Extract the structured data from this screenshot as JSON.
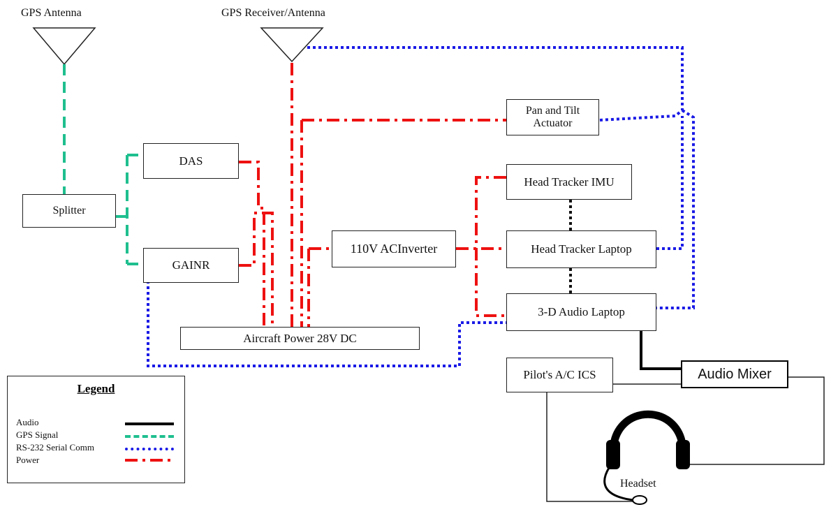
{
  "labels": {
    "gps_antenna": "GPS Antenna",
    "gps_receiver_antenna": "GPS Receiver/Antenna",
    "headset": "Headset"
  },
  "boxes": {
    "splitter": "Splitter",
    "das": "DAS",
    "gainr": "GAINR",
    "aircraft_power": "Aircraft Power 28V DC",
    "inverter": "110V ACInverter",
    "pan_tilt_line1": "Pan and Tilt",
    "pan_tilt_line2": "Actuator",
    "head_tracker_imu": "Head Tracker IMU",
    "head_tracker_laptop": "Head Tracker Laptop",
    "audio_laptop": "3-D Audio Laptop",
    "pilots_ics": "Pilot's A/C ICS",
    "audio_mixer": "Audio Mixer"
  },
  "legend": {
    "title": "Legend",
    "items": [
      {
        "label": "Audio",
        "color": "#000000",
        "style": "solid"
      },
      {
        "label": "GPS Signal",
        "color": "#1fbf8f",
        "style": "dashed"
      },
      {
        "label": "RS-232 Serial Comm",
        "color": "#1a1ae6",
        "style": "dotted"
      },
      {
        "label": "Power",
        "color": "#ee1111",
        "style": "dash-dot"
      }
    ]
  }
}
